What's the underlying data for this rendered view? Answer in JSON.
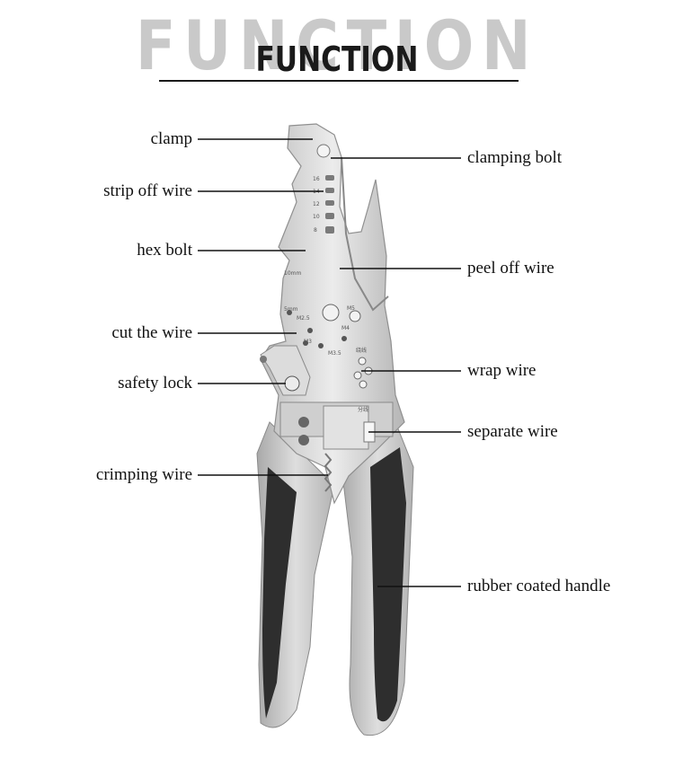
{
  "header": {
    "title_background": "FUNCTION",
    "title": "FUNCTION"
  },
  "labels_left": [
    {
      "id": "clamp",
      "text": "clamp"
    },
    {
      "id": "strip",
      "text": "strip off wire"
    },
    {
      "id": "hex",
      "text": "hex bolt"
    },
    {
      "id": "cut",
      "text": "cut the wire"
    },
    {
      "id": "lock",
      "text": "safety lock"
    },
    {
      "id": "crimp",
      "text": "crimping wire"
    }
  ],
  "labels_right": [
    {
      "id": "clampbolt",
      "text": "clamping bolt"
    },
    {
      "id": "peel",
      "text": "peel off wire"
    },
    {
      "id": "wrap",
      "text": "wrap wire"
    },
    {
      "id": "separate",
      "text": "separate wire"
    },
    {
      "id": "handle",
      "text": "rubber coated handle"
    }
  ],
  "tool_markings": {
    "gauge_16": "16",
    "gauge_14": "14",
    "gauge_12": "12",
    "gauge_10": "10",
    "gauge_8": "8",
    "length_10mm": "10mm",
    "size_5mm": "5mm",
    "bolt_m2_5": "M2.5",
    "bolt_m3": "M3",
    "bolt_m3_5": "M3.5",
    "bolt_m4": "M4",
    "bolt_m5": "M5",
    "wrap_cn": "绕线",
    "separate_cn": "分线"
  },
  "colors": {
    "metal": "#d9d9d9",
    "metal_dark": "#9a9a9a",
    "grip_grey": "#c8c8c8",
    "grip_black": "#2e2e2e"
  }
}
